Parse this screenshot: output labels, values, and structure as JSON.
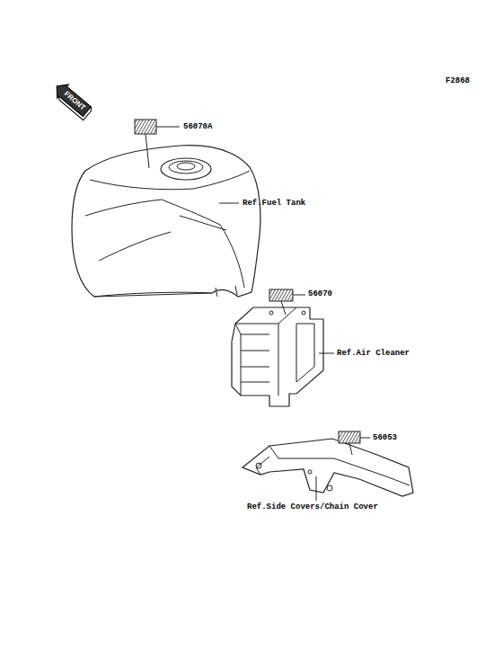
{
  "diagram": {
    "nodes": [
      {
        "text": [
          "FRONT"
        ]
      }
    ],
    "labels": [
      "F2868",
      "56070A",
      "Ref.Fuel Tank",
      "56070",
      "Ref.Air Cleaner",
      "56053",
      "Ref.Side Covers/Chain Cover"
    ]
  }
}
